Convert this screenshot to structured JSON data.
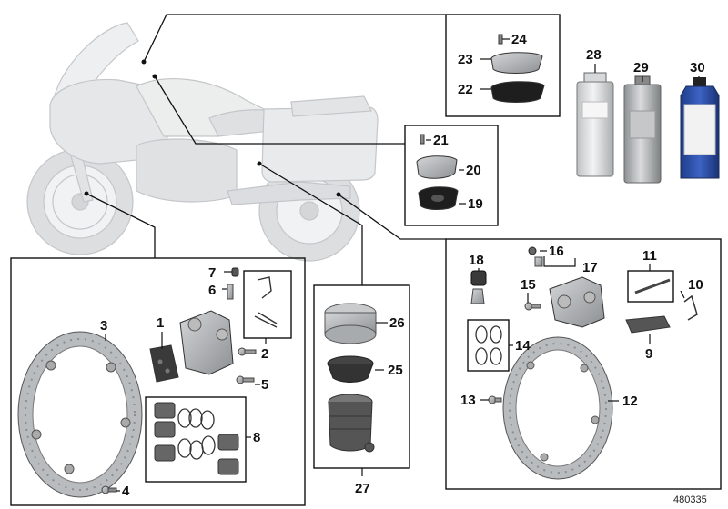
{
  "diagram": {
    "reference_number": "480335",
    "callouts": {
      "c1": "1",
      "c2": "2",
      "c3": "3",
      "c4": "4",
      "c5": "5",
      "c6": "6",
      "c7": "7",
      "c8": "8",
      "c9": "9",
      "c10": "10",
      "c11": "11",
      "c12": "12",
      "c13": "13",
      "c14": "14",
      "c15": "15",
      "c16": "16",
      "c17": "17",
      "c18": "18",
      "c19": "19",
      "c20": "20",
      "c21": "21",
      "c22": "22",
      "c23": "23",
      "c24": "24",
      "c25": "25",
      "c26": "26",
      "c27": "27",
      "c28": "28",
      "c29": "29",
      "c30": "30"
    }
  }
}
